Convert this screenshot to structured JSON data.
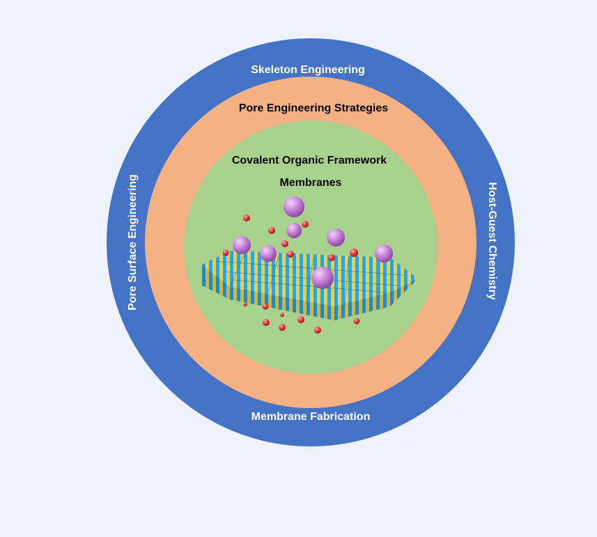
{
  "background_color": "#eef3fb",
  "outer_ring": {
    "color": "#4472c4",
    "text_color": "#ffffff",
    "labels": {
      "top": "Skeleton Engineering",
      "left": "Pore Surface Engineering",
      "right": "Host-Guest Chemistry",
      "bottom": "Membrane Fabrication"
    }
  },
  "middle_ring": {
    "color": "#f4b183",
    "label": "Pore Engineering Strategies"
  },
  "inner_circle": {
    "color": "#a9d18e",
    "title_line1": "Covalent Organic Framework",
    "title_line2": "Membranes"
  },
  "illustration": {
    "description_icon": "cof-membrane-icon",
    "molecule_colors": {
      "large": "#c77fd8",
      "small": "#e03a3a"
    },
    "framework_colors": {
      "blue": "#2fa6d9",
      "yellow": "#f2cf3a"
    }
  }
}
